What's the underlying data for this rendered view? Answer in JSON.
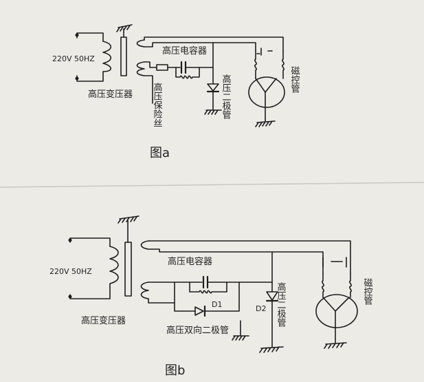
{
  "diagram_a": {
    "caption": "图a",
    "supply": "220V 50HZ",
    "transformer": "高压变压器",
    "capacitor": "高压电容器",
    "fuse": "高压保险丝",
    "diode": "高压二极管",
    "magnetron": "磁控管"
  },
  "diagram_b": {
    "caption": "图b",
    "supply": "220V 50HZ",
    "transformer": "高压变压器",
    "capacitor": "高压电容器",
    "bidir_diode": "高压双向二极管",
    "d1": "D1",
    "d2": "D2",
    "diode": "高压二极管",
    "magnetron": "磁控管"
  },
  "colors": {
    "paper": "#ecebe6",
    "ink": "#1d1d1d"
  }
}
